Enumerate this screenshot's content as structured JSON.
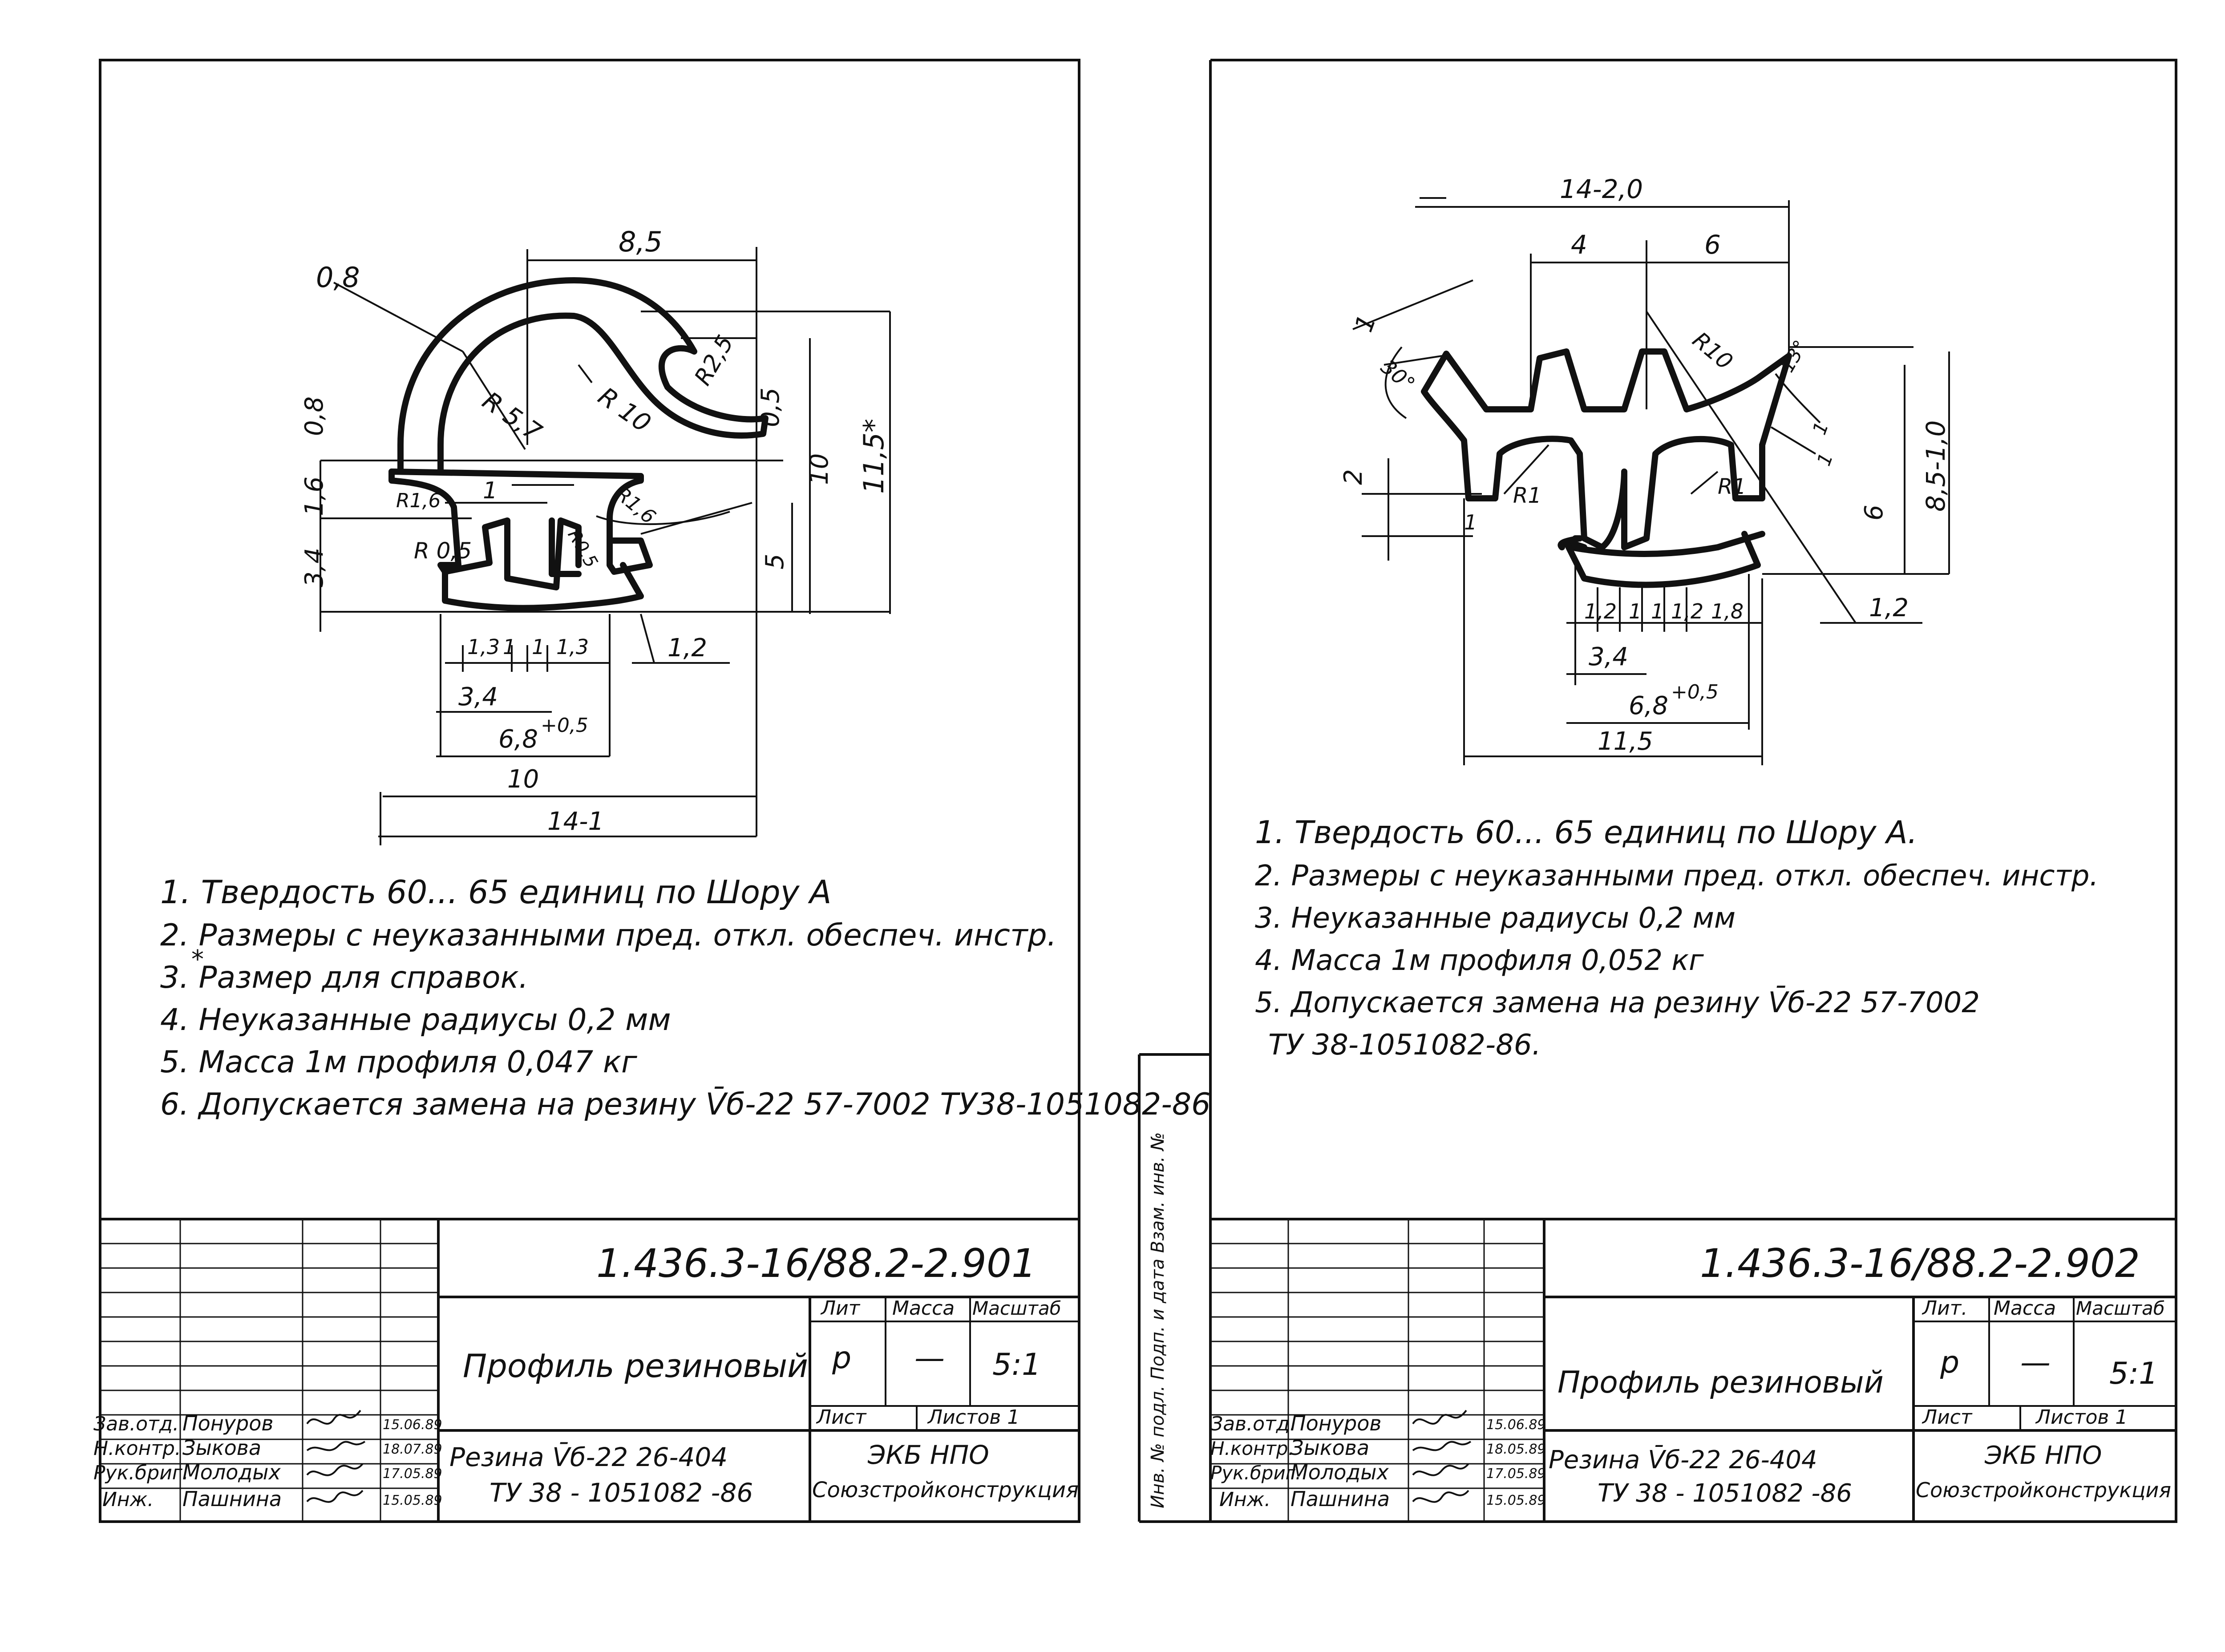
{
  "sheet1": {
    "dims": {
      "d8_5": "8,5",
      "d0_8a": "0,8",
      "dR5_7": "R 5,7",
      "dR10": "R 10",
      "dR2_5": "R2,5",
      "d0_5": "0,5",
      "d10v": "10",
      "d11_5": "11,5*",
      "d0_8b": "0,8",
      "d1_6": "1,6",
      "d3_4v": "3,4",
      "dR1_6a": "R1,6",
      "dR1_6b": "R1,6",
      "d1": "1",
      "dR0_5a": "R 0,5",
      "dR0_5b": "R0,5",
      "d5": "5",
      "d1_3a": "1,3",
      "d1a": "1",
      "d1b": "1",
      "d1_3b": "1,3",
      "d1_2": "1,2",
      "d3_4h": "3,4",
      "d6_8": "6,8",
      "d6_8tol": "+0,5",
      "d10h": "10",
      "d14": "14-1"
    },
    "notes": [
      "1.  Твердость 60... 65  единиц  по  Шору А",
      "2.  Размеры с  неуказанными пред.  откл. обеспеч. инстр.",
      "3.  Размер  для  справок.",
      "4.  Неуказанные  радиусы  0,2 мм",
      "5.  Масса  1м  профиля  0,047 кг",
      "6.  Допускается  замена на резину V̄б-22 57-7002 ТУ38-1051082-86"
    ],
    "note3_star": "*",
    "title_block": {
      "designation": "1.436.3-16/88.2-2.901",
      "title": "Профиль  резиновый",
      "lit_label": "Лит",
      "mass_label": "Масса",
      "scale_label": "Масштаб",
      "lit_value": "р",
      "mass_value": "—",
      "scale_value": "5:1",
      "sheet_label": "Лист",
      "sheets_label": "Листов 1",
      "material_1": "Резина V̄б-22   26-404",
      "material_2": "ТУ 38 - 1051082 -86",
      "org_1": "ЭКБ  НПО",
      "org_2": "Союзстройконструкция",
      "roles": [
        "Зав.отд.",
        "Н.контр.",
        "Рук.бриг.",
        "Инж."
      ],
      "names": [
        "Понуров",
        "Зыкова",
        "Молодых",
        "Пашнина"
      ],
      "dates": [
        "15.06.89",
        "18.07.89",
        "17.05.89",
        "15.05.89"
      ]
    }
  },
  "sheet2": {
    "dims": {
      "d14_2": "14-2,0",
      "d4": "4",
      "d6": "6",
      "d1a": "1",
      "d30": "30°",
      "dR10": "R10",
      "d13": "13°",
      "d2": "2",
      "dR1a": "R1",
      "dR1b": "R1",
      "d1b": "1",
      "d1c": "1",
      "d1d": "1",
      "d6v": "6",
      "d8_5": "8,5-1,0",
      "d1_2a": "1,2",
      "d1e": "1",
      "d1f": "1",
      "d1_2b": "1,2",
      "d1_8": "1,8",
      "d1_2c": "1,2",
      "d3_4": "3,4",
      "d6_8": "6,8",
      "d6_8tol": "+0,5",
      "d11_5": "11,5"
    },
    "notes": [
      "1.  Твердость  60... 65 единиц  по  Шору А.",
      "2.  Размеры  с   неуказанными пред. откл. обеспеч.  инстр.",
      "3.  Неуказанные  радиусы  0,2 мм",
      "4.  Масса   1м   профиля  0,052 кг",
      "5.  Допускается  замена  на резину V̄б-22 57-7002",
      "ТУ 38-1051082-86."
    ],
    "side_stamp": "Инв. № подл.   Подп. и дата   Взам. инв. №",
    "title_block": {
      "designation": "1.436.3-16/88.2-2.902",
      "title": "Профиль  резиновый",
      "lit_label": "Лит.",
      "mass_label": "Масса",
      "scale_label": "Масштаб",
      "lit_value": "р",
      "mass_value": "—",
      "scale_value": "5:1",
      "sheet_label": "Лист",
      "sheets_label": "Листов 1",
      "material_1": "Резина V̄б-22   26-404",
      "material_2": "ТУ 38 - 1051082 -86",
      "org_1": "ЭКБ  НПО",
      "org_2": "Союзстройконструкция",
      "roles": [
        "Зав.отд.",
        "Н.контр.",
        "Рук.бриг.",
        "Инж."
      ],
      "names": [
        "Понуров",
        "Зыкова",
        "Молодых",
        "Пашнина"
      ],
      "dates": [
        "15.06.89",
        "18.05.89",
        "17.05.89",
        "15.05.89"
      ]
    }
  }
}
